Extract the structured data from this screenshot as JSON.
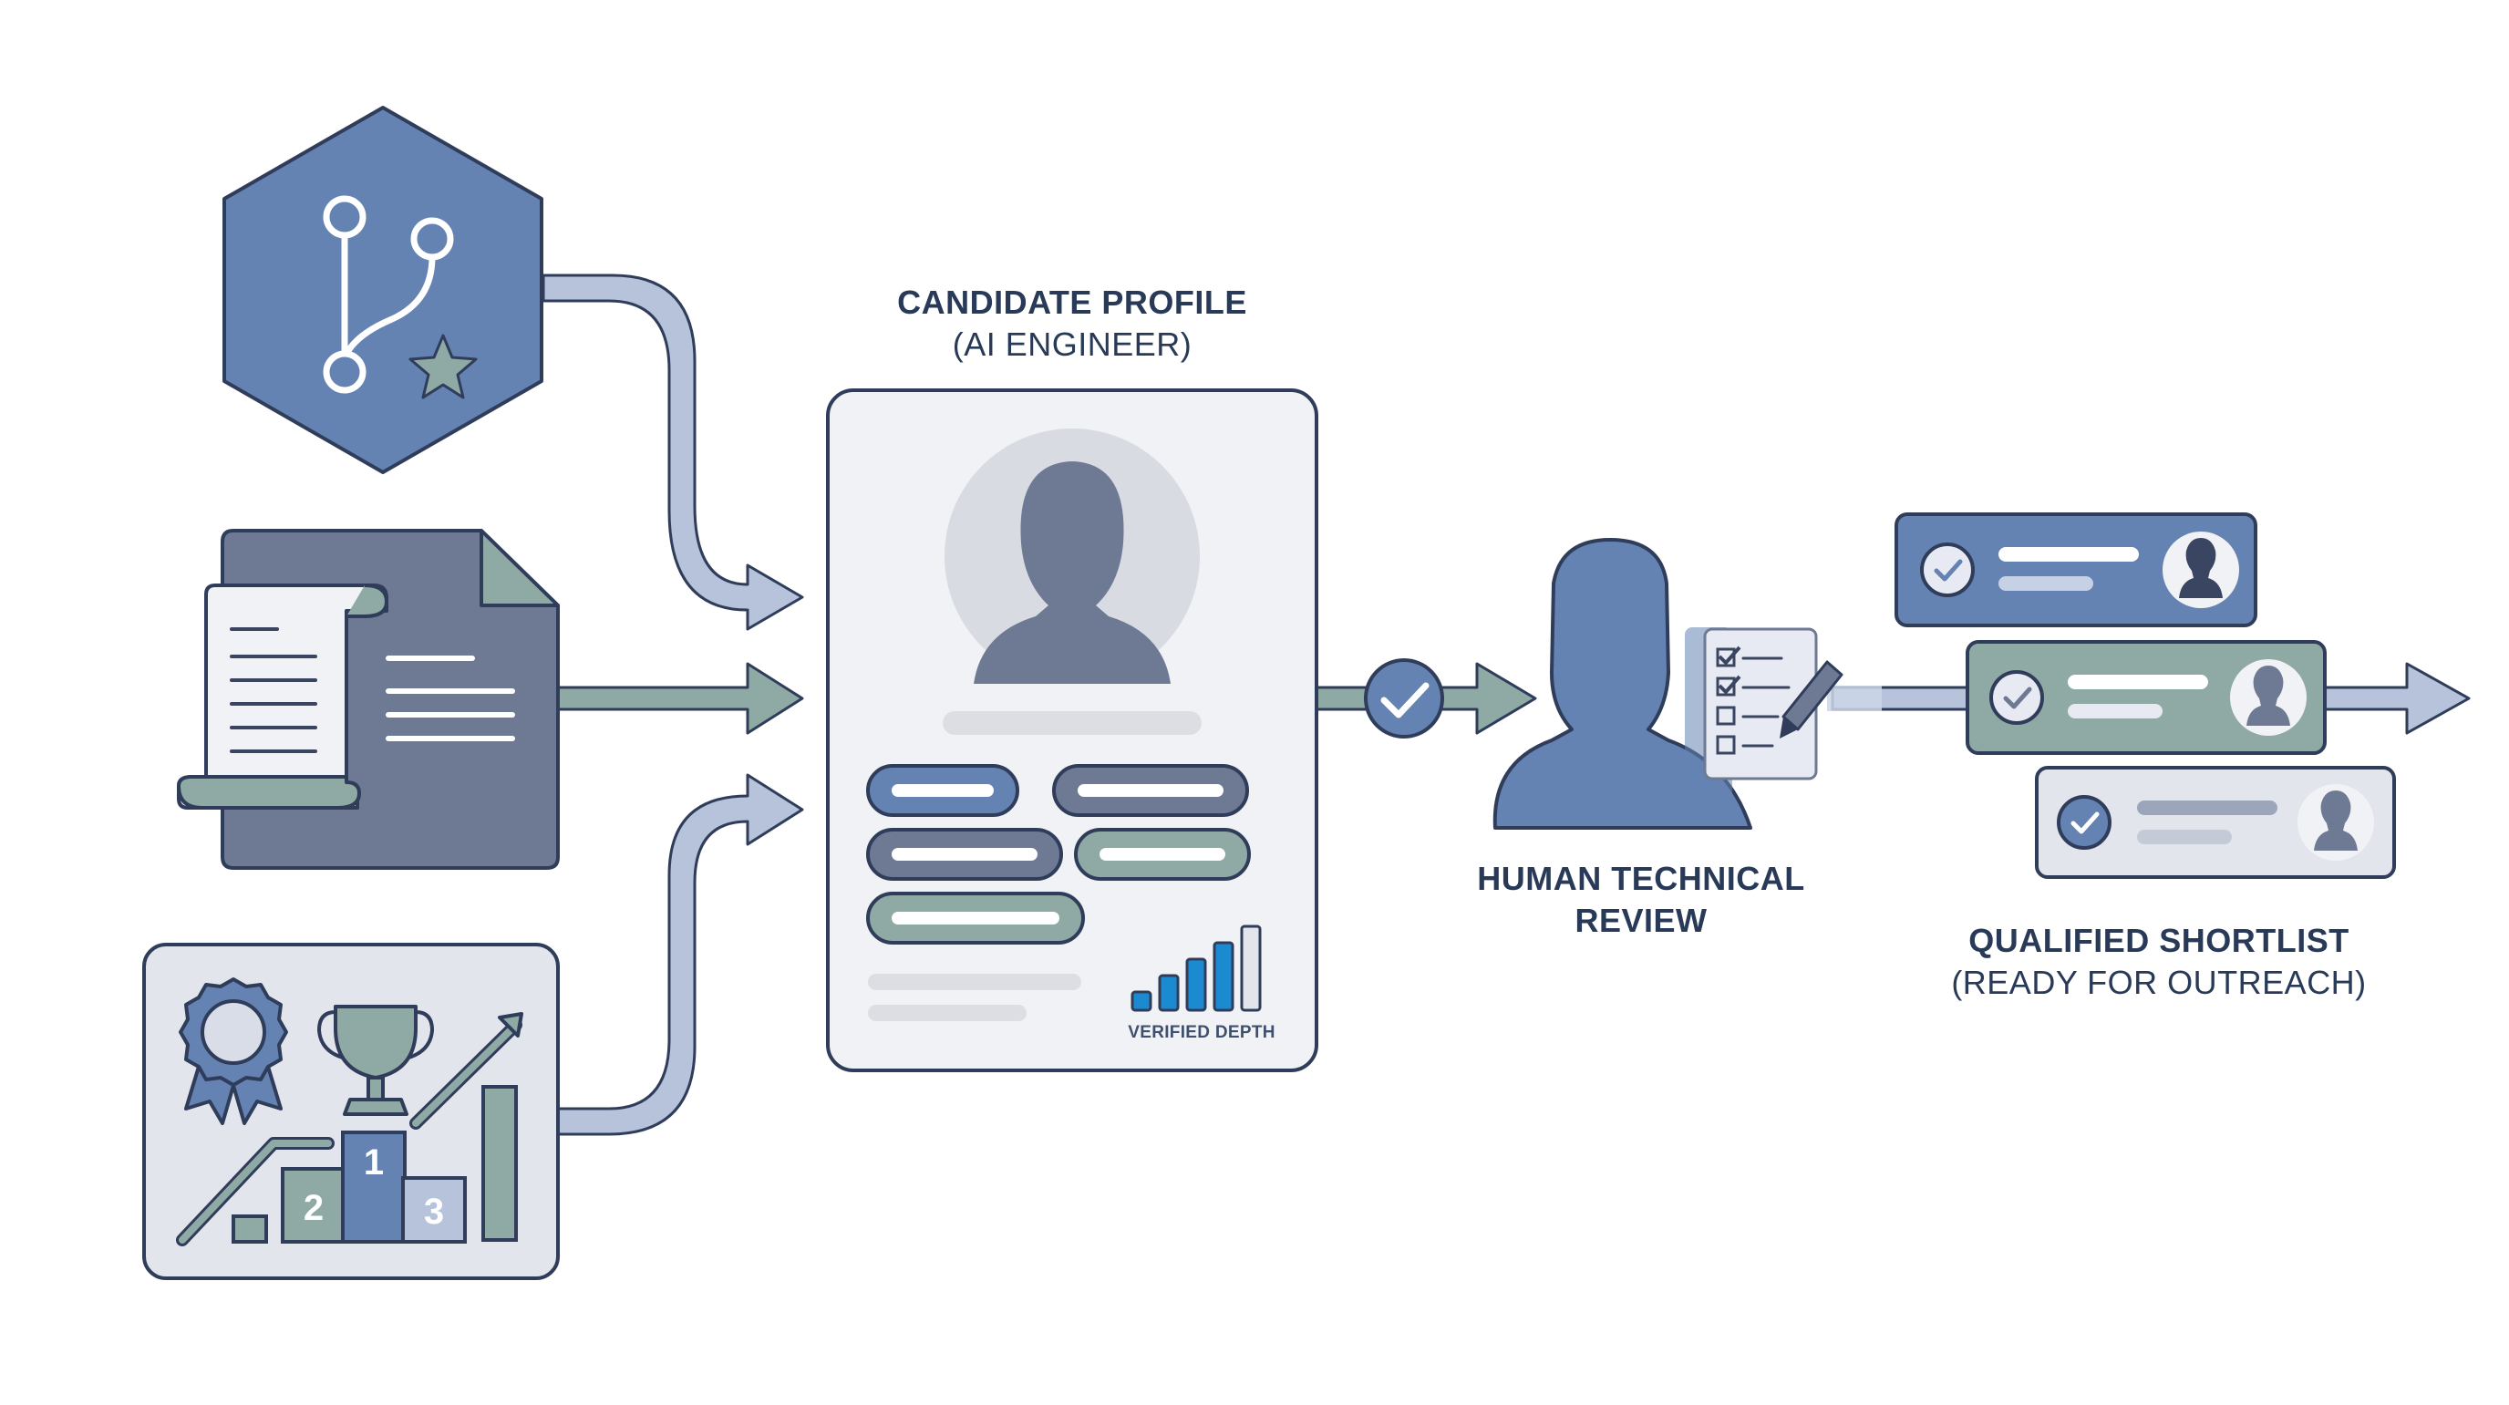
{
  "candidate_profile": {
    "title": "CANDIDATE PROFILE",
    "subtitle": "(AI ENGINEER)",
    "depth_label": "VERIFIED DEPTH",
    "depth_level": 4,
    "depth_max": 5
  },
  "review": {
    "title_line1": "HUMAN TECHNICAL",
    "title_line2": "REVIEW"
  },
  "shortlist": {
    "title": "QUALIFIED SHORTLIST",
    "subtitle": "(READY FOR OUTREACH)"
  },
  "achievements": {
    "podium": [
      "2",
      "1",
      "3"
    ]
  },
  "colors": {
    "blue": "#6483b2",
    "slate": "#6e7a93",
    "sage": "#8fa9a4",
    "arrow_fill": "#b6c3db",
    "outline": "#2f3d5a",
    "card_bg": "#f1f2f5",
    "chart_blue": "#1b8ad0"
  }
}
